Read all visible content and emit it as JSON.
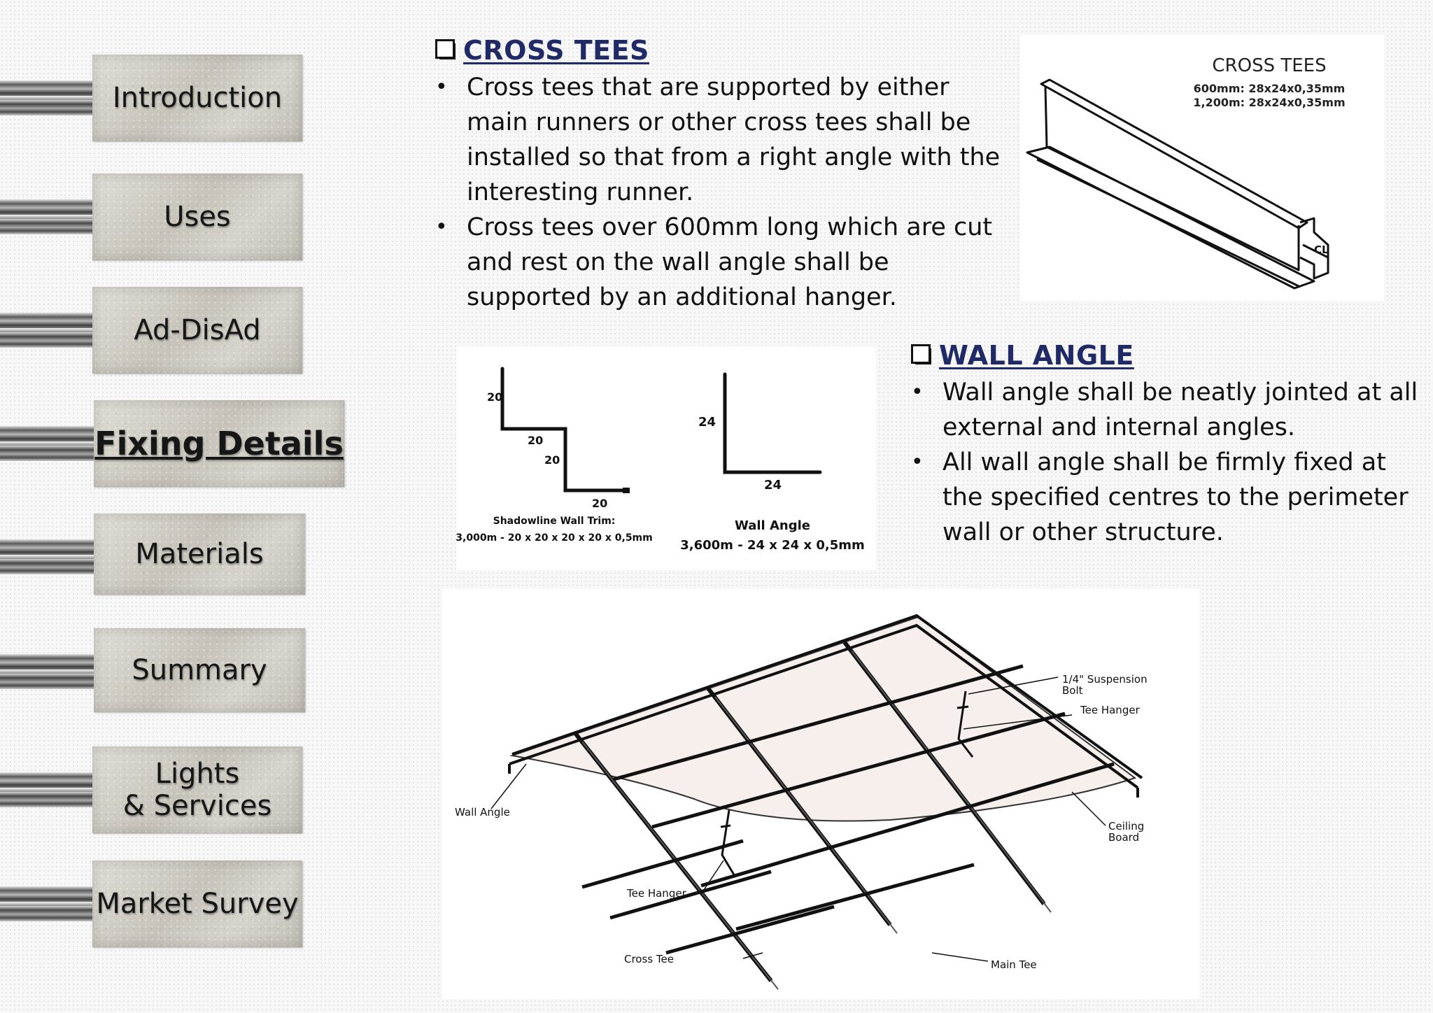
{
  "nav": {
    "items": [
      {
        "label": "Introduction",
        "active": false
      },
      {
        "label": "Uses",
        "active": false
      },
      {
        "label": "Ad-DisAd",
        "active": false
      },
      {
        "label": "Fixing Details",
        "active": true
      },
      {
        "label": "Materials",
        "active": false
      },
      {
        "label": "Summary",
        "active": false
      },
      {
        "label": "Lights\n& Services",
        "active": false
      },
      {
        "label": "Market Survey",
        "active": false
      }
    ]
  },
  "cross_tees": {
    "title": "CROSS TEES",
    "bullets": [
      "Cross tees that are supported by either main runners or other cross tees shall be installed so that from a right angle with the interesting runner.",
      "Cross tees over 600mm long which are cut and rest on the wall angle shall be supported by an additional hanger."
    ]
  },
  "wall_angle": {
    "title": "WALL ANGLE",
    "bullets": [
      "Wall angle shall be neatly jointed at all external and internal angles.",
      "All wall angle shall be firmly fixed at the specified centres to the perimeter wall or other structure."
    ]
  },
  "fig_cross_tees": {
    "title": "CROSS TEES",
    "spec1": "600mm: 28x24x0,35mm",
    "spec2": "1,200m: 28x24x0,35mm",
    "mark": "CL"
  },
  "fig_profiles": {
    "dim_20a": "20",
    "dim_20b": "20",
    "dim_20c": "20",
    "dim_20d": "20",
    "dim_24a": "24",
    "dim_24b": "24",
    "shadow_name": "Shadowline Wall Trim:",
    "shadow_spec": "3,000m - 20 x 20 x 20 x 20 x 0,5mm",
    "angle_name": "Wall Angle",
    "angle_spec": "3,600m - 24 x 24 x 0,5mm"
  },
  "fig_ceiling": {
    "labels": {
      "bolt": "1/4\" Suspension\nBolt",
      "tee_hanger_top": "Tee Hanger",
      "wall_angle": "Wall Angle",
      "ceiling_board": "Ceiling\nBoard",
      "tee_hanger_bottom": "Tee Hanger",
      "cross_tee": "Cross Tee",
      "main_tee": "Main Tee"
    }
  }
}
